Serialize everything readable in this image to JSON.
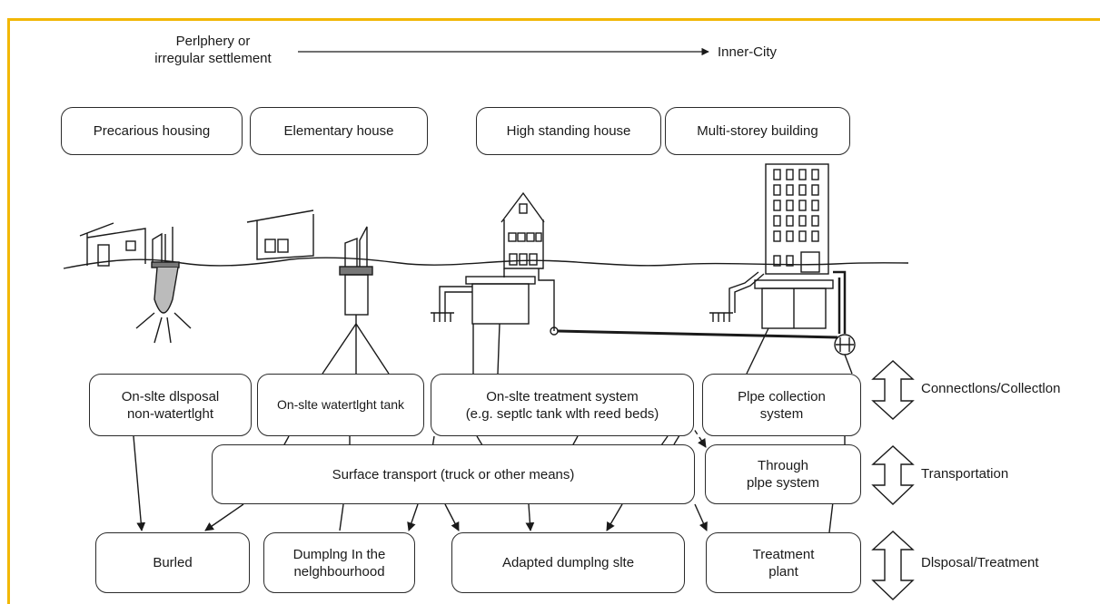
{
  "header": {
    "clipped_caption": ", ... ... ..   . . ... ...  ... ... .. ...  ..  .. ...  .. .. ..  .. ..  ..  ... ...",
    "left_label_line1": "Perlphery or",
    "left_label_line2": "irregular settlement",
    "right_label": "Inner-City"
  },
  "housing": [
    {
      "label": "Precarious housing"
    },
    {
      "label": "Elementary house"
    },
    {
      "label": "High standing house"
    },
    {
      "label": "Multi-storey building"
    }
  ],
  "collection": {
    "onsite_disposal": [
      "On-slte dlsposal",
      "non-watertlght"
    ],
    "watertight_tank": "On-slte watertlght tank",
    "treatment_system": [
      "On-slte treatment system",
      "(e.g.  septlc tank wlth reed beds)"
    ],
    "pipe_collection": [
      "Plpe collection",
      "system"
    ]
  },
  "transport": {
    "surface": "Surface transport (truck or other means)",
    "pipe": [
      "Through",
      "plpe system"
    ]
  },
  "disposal": {
    "buried": "Burled",
    "dumping_neighbourhood": [
      "Dumplng In the",
      "nelghbourhood"
    ],
    "adapted_site": "Adapted dumplng slte",
    "treatment_plant": [
      "Treatment",
      "plant"
    ]
  },
  "stages": {
    "connections": "Connectlons/Collectlon",
    "transportation": "Transportation",
    "disposal": "Dlsposal/Treatment"
  },
  "colors": {
    "frame_accent": "#f2b705",
    "ink": "#1a1a1a"
  }
}
